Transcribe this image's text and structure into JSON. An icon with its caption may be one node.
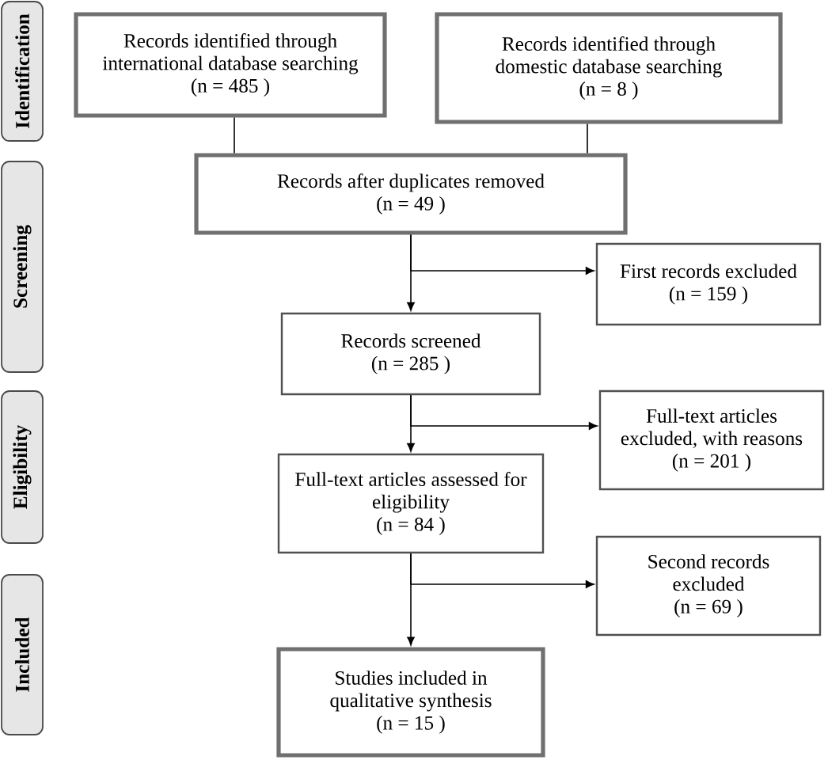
{
  "diagram": {
    "nodes": [
      {
        "text": [
          "Identification"
        ]
      },
      {
        "text": [
          "Screening"
        ]
      },
      {
        "text": [
          "Eligibility"
        ]
      },
      {
        "text": [
          "Included"
        ]
      },
      {
        "text": [
          "Records identified through international database searching",
          "(n = 485 )"
        ]
      },
      {
        "text": [
          "Records identified through domestic database searching",
          "(n = 8 )"
        ]
      },
      {
        "text": [
          "Records after duplicates removed",
          "(n = 49 )"
        ]
      },
      {
        "text": [
          "First records excluded",
          "(n = 159 )"
        ]
      },
      {
        "text": [
          "Records screened",
          "(n = 285 )"
        ]
      },
      {
        "text": [
          "Full-text articles excluded, with reasons",
          "(n = 201 )"
        ]
      },
      {
        "text": [
          "Full-text articles assessed for eligibility",
          "(n = 84 )"
        ]
      },
      {
        "text": [
          "Second records excluded",
          "(n = 69 )"
        ]
      },
      {
        "text": [
          "Studies included in qualitative synthesis",
          "(n = 15 )"
        ]
      }
    ],
    "edges": [
      {
        "from": 4,
        "to": 6,
        "arrow": "none"
      },
      {
        "from": 5,
        "to": 6,
        "arrow": "none"
      },
      {
        "from": 6,
        "to": 8,
        "arrow": "to"
      },
      {
        "from": 6,
        "to": 7,
        "arrow": "to"
      },
      {
        "from": 8,
        "to": 10,
        "arrow": "to"
      },
      {
        "from": 8,
        "to": 9,
        "arrow": "to"
      },
      {
        "from": 10,
        "to": 12,
        "arrow": "to"
      },
      {
        "from": 10,
        "to": 11,
        "arrow": "to"
      }
    ]
  }
}
